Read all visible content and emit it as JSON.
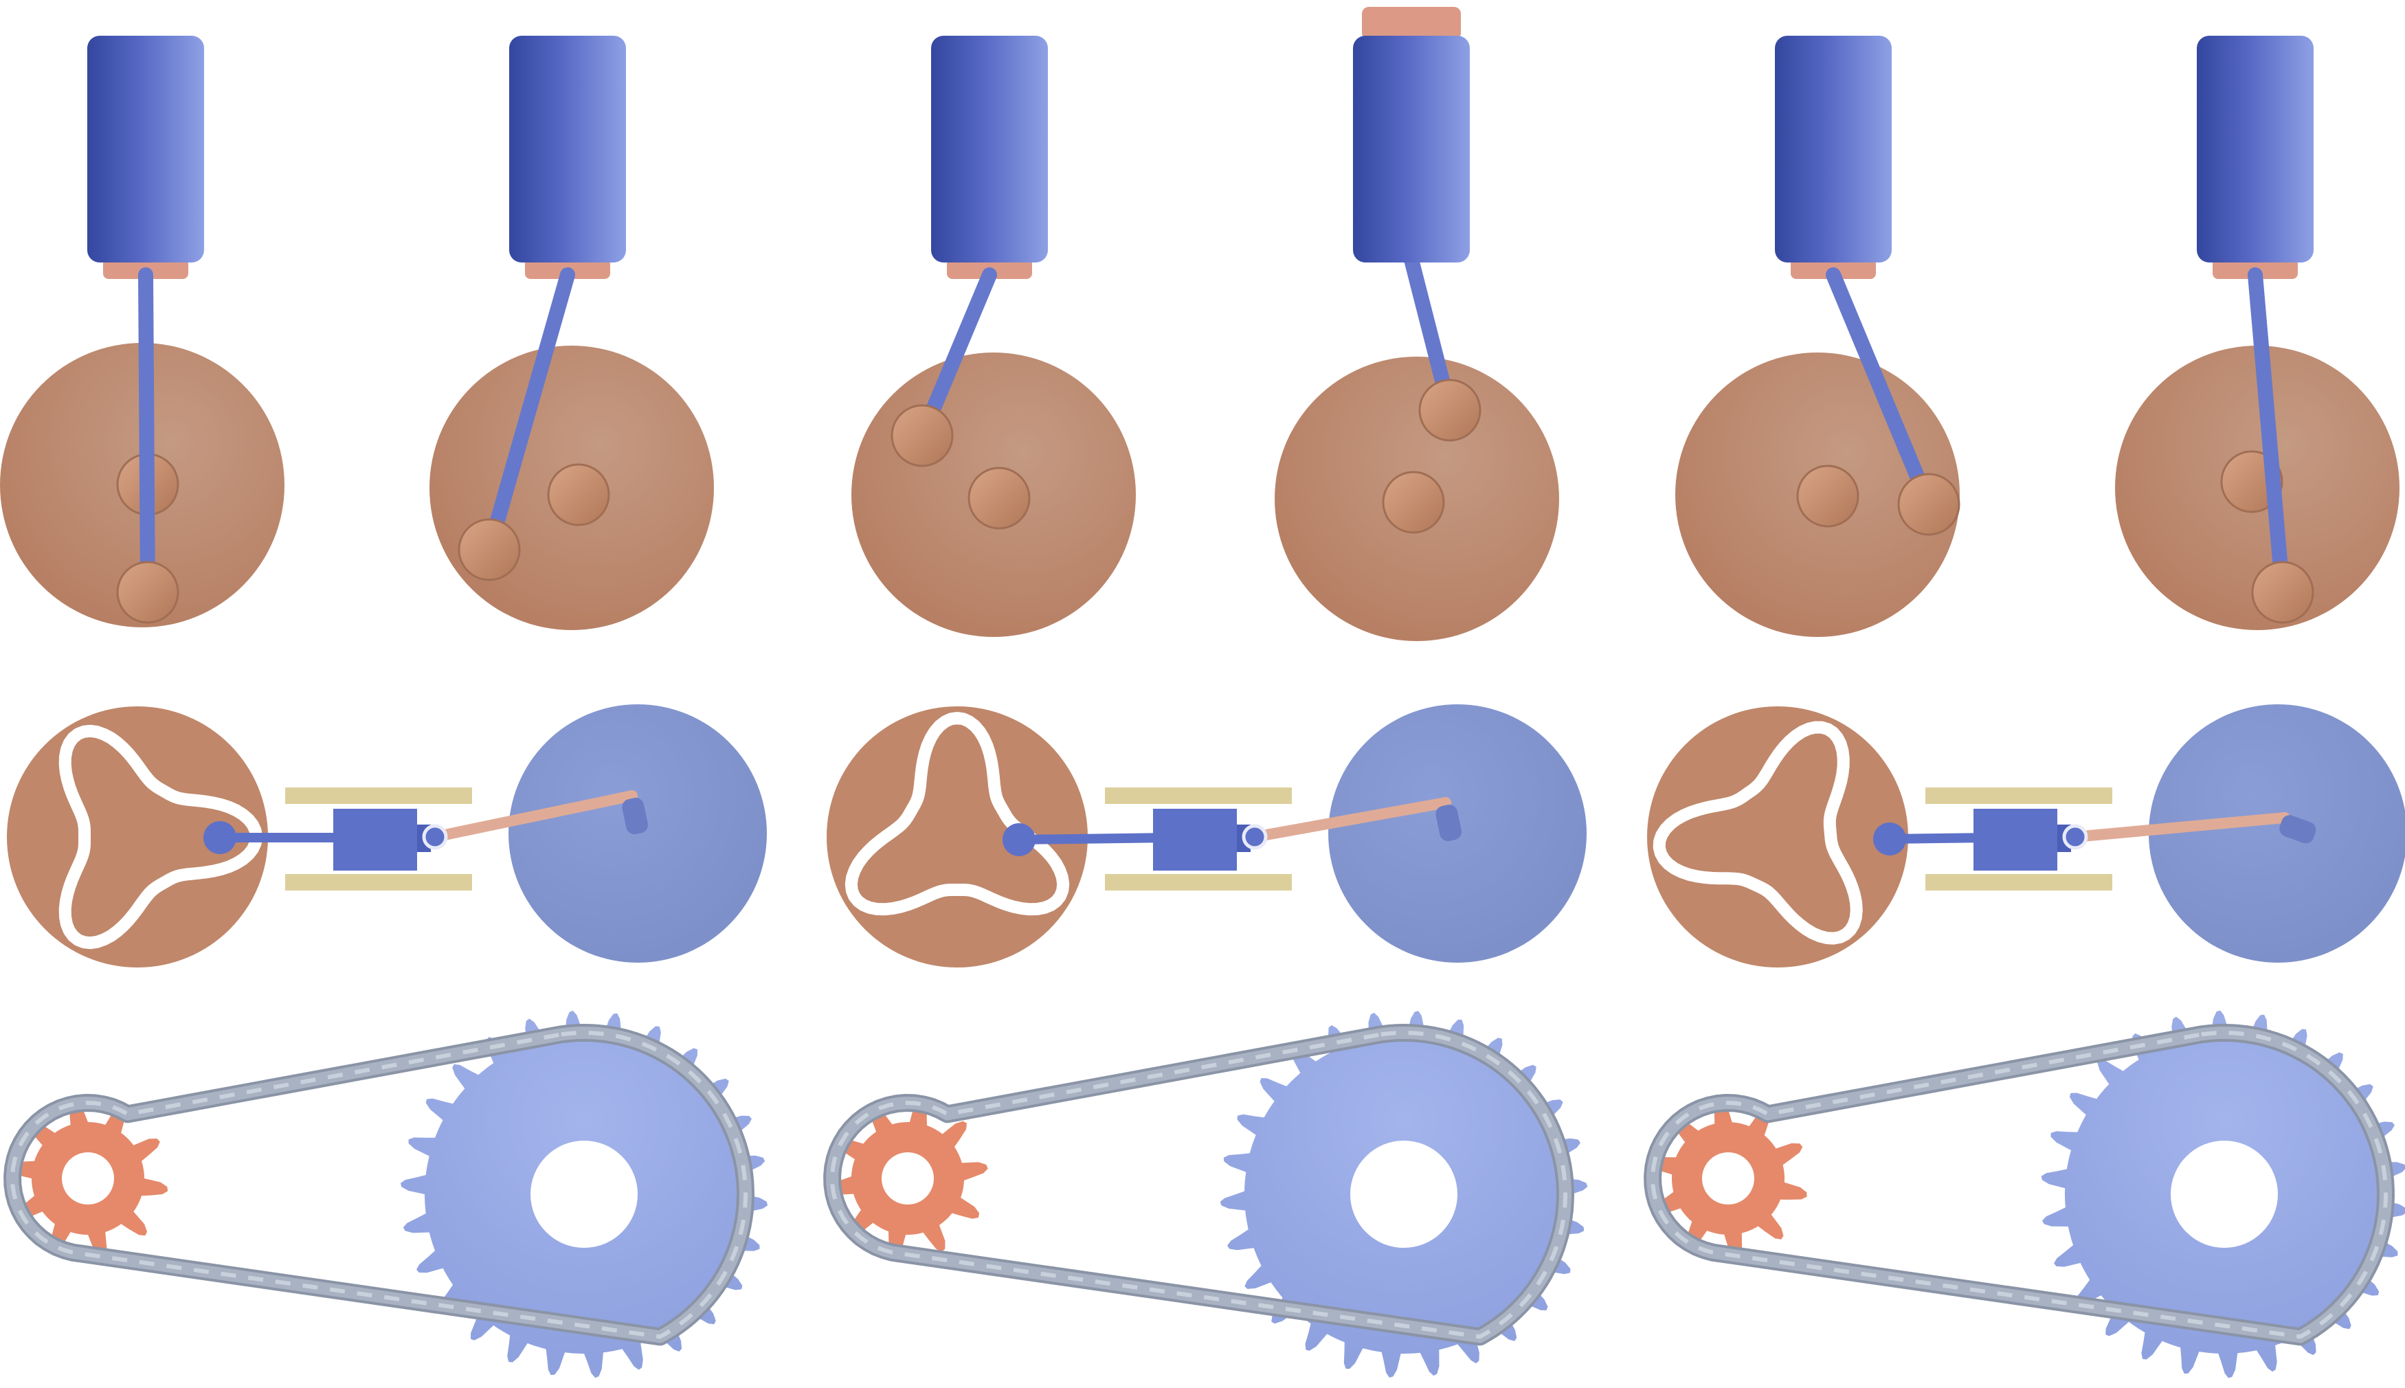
{
  "colors": {
    "disk_orange": "#c0876a",
    "disk_orange_dark": "#a8735a",
    "disk_orange_light": "#d09b80",
    "cylinder_blue": "#5b6fc8",
    "cylinder_blue_dark": "#3c4fa8",
    "cylinder_blue_light": "#8a9be0",
    "rod_blue": "#6678cc",
    "piston_salmon": "#dc9a86",
    "wheel_blue": "#8396cc",
    "rail_tan": "#dccf9c",
    "slider_blue": "#5d71c8",
    "link_salmon": "#e0ab96",
    "chain_gray": "#a8b2c2",
    "chain_gray_dark": "#8a94a6",
    "sprocket_small": "#e5896a",
    "sprocket_big": "#93a5e0",
    "groove_white": "#ffffff"
  },
  "icons": {
    "cylinder": "cylinder-icon",
    "crank_disk": "crank-disk-icon",
    "cam": "cam-groove-icon",
    "slider": "slider-block-icon",
    "wheel": "driven-wheel-icon",
    "sprocket": "sprocket-icon",
    "chain": "roller-chain-icon"
  },
  "mechanisms": {
    "row1": "piston-crank",
    "row2": "cam-slider-crank",
    "row3": "chain-sprocket"
  }
}
